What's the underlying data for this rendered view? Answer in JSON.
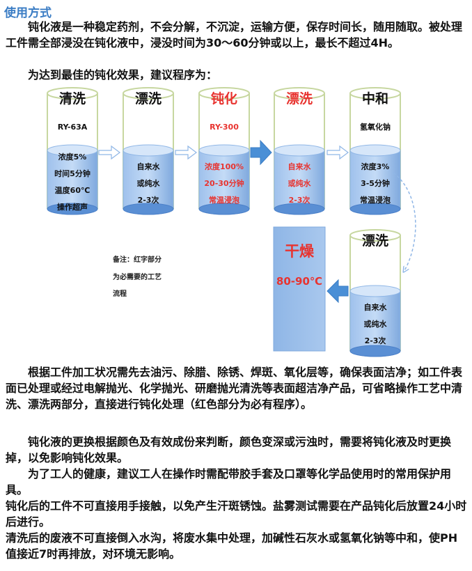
{
  "heading": "使用方式",
  "intro": {
    "p1": "钝化液是一种稳定药剂，不会分解，不沉淀，运输方便，保存时间长，随用随取。被处理工件需全部浸没在钝化液中，浸没时间为30～60分钟或以上，最长不超过4H。",
    "p2": "为达到最佳的钝化效果，建议程序为："
  },
  "steps": [
    {
      "title": "清洗",
      "subtitle": "RY-63A",
      "lines": [
        "浓度5%",
        "时间5分钟",
        "温度60℃",
        "操作超声"
      ],
      "required": false
    },
    {
      "title": "漂洗",
      "subtitle": "",
      "lines": [
        "自来水",
        "或纯水",
        "2-3次"
      ],
      "required": false
    },
    {
      "title": "钝化",
      "subtitle": "RY-300",
      "lines": [
        "浓度100%",
        "20-30分钟",
        "常温浸泡"
      ],
      "required": true
    },
    {
      "title": "漂洗",
      "subtitle": "",
      "lines": [
        "自来水",
        "或纯水",
        "2-3次"
      ],
      "required": true
    },
    {
      "title": "中和",
      "subtitle": "氢氧化钠",
      "lines": [
        "浓度3%",
        "3-5分钟",
        "常温浸泡"
      ],
      "required": false
    },
    {
      "title": "漂洗",
      "subtitle": "",
      "lines": [
        "自来水",
        "或纯水",
        "2-3次"
      ],
      "required": false
    }
  ],
  "dry": {
    "title": "干燥",
    "temp": "80-90℃"
  },
  "note": [
    "备注：红字部分",
    "为必需要的工艺",
    "流程"
  ],
  "body": {
    "p3": "根据工件加工状况需先去油污、除腊、除锈、焊斑、氧化层等，确保表面洁净；如工件表面已处理或经过电解抛光、化学抛光、研磨抛光清洗等表面超洁净产品，可省略操作工艺中清洗、漂洗两部分，直接进行钝化处理（红色部分为必有程序）。",
    "p4": "钝化液的更换根据颜色及有效成份来判断，颜色变深或污浊时，需要将钝化液及时更换掉，以免影响钝化效果。",
    "p5": "为了工人的健康，建议工人在操作时需配带胶手套及口罩等化学品使用时的常用保护用具。",
    "p6": "钝化后的工件不可直接用手接触，以免产生汗斑锈蚀。盐雾测试需要在产品钝化后放置24小时后进行。",
    "p7": "清洗后的废液不可直接倒入水沟，将废水集中处理，加碱性石灰水或氢氧化钠等中和，使PH值接近7时再排放，对环境无影响。"
  },
  "colors": {
    "required": "#e8332f",
    "normal": "#111111",
    "liquid": "#8fb6e6",
    "heading": "#3a7cc4",
    "arrow": "#4a8fd6"
  }
}
